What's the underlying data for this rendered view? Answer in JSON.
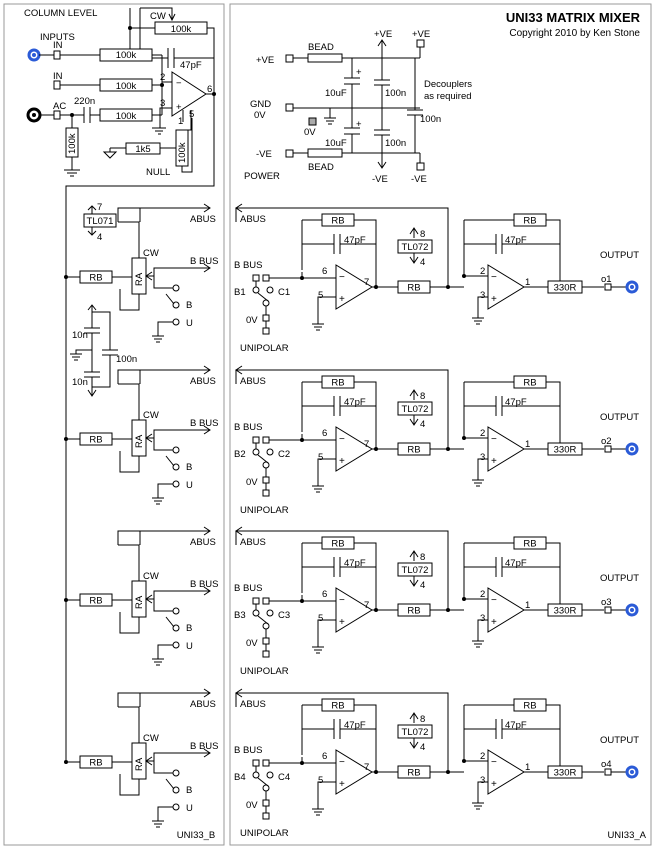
{
  "title": "UNI33 MATRIX MIXER",
  "copyright": "Copyright 2010 by Ken Stone",
  "page_labels": {
    "left": "UNI33_B",
    "right": "UNI33_A"
  },
  "input_section": {
    "column_level": "COLUMN LEVEL",
    "cw": "CW",
    "inputs": "INPUTS",
    "in1": "IN",
    "in2": "IN",
    "ac": "AC",
    "r_in1": "100k",
    "r_in2": "100k",
    "r_in3": "100k",
    "r_fb": "100k",
    "c_fb": "47pF",
    "c_ac": "220n",
    "r_gnd": "100k",
    "r_null1": "1k5",
    "r_null2": "100k",
    "null": "NULL",
    "pin2": "2",
    "pin3": "3",
    "pin6": "6",
    "pin1": "1",
    "pin5": "5"
  },
  "power_section": {
    "pos": "+VE",
    "gnd": "GND",
    "zero_v": "0V",
    "neg": "-VE",
    "bead": "BEAD",
    "c1": "10uF",
    "c2": "10uF",
    "c3": "100n",
    "c4": "100n",
    "c5": "100n",
    "decouplers": "Decouplers",
    "as_required": "as required",
    "power": "POWER",
    "pos_rail": "+VE",
    "neg_rail": "-VE",
    "pos_term": "+VE",
    "neg_term": "-VE",
    "plus": "+",
    "zero_term": "0V"
  },
  "left_ic": {
    "name": "TL071",
    "pin_top": "7",
    "pin_bot": "4"
  },
  "left_caps": {
    "c1": "10n",
    "c2": "10n",
    "c3": "100n"
  },
  "channels": [
    {
      "abus": "ABUS",
      "bbus": "B BUS",
      "cw": "CW",
      "rb": "RB",
      "ra": "RA",
      "b": "B",
      "u": "U",
      "abus_r": "ABUS",
      "rb_top": "RB",
      "c47": "47pF",
      "ic": "TL072",
      "ic_top": "8",
      "ic_bot": "4",
      "bbus_r": "B BUS",
      "sw_b": "B1",
      "sw_c": "C1",
      "zero": "0V",
      "unipolar": "UNIPOLAR",
      "rb_mid": "RB",
      "p6": "6",
      "p5": "5",
      "p7": "7",
      "rb_top2": "RB",
      "c47b": "47pF",
      "p2": "2",
      "p3": "3",
      "p1": "1",
      "r330": "330R",
      "output": "OUTPUT",
      "out": "o1"
    },
    {
      "abus": "ABUS",
      "bbus": "B BUS",
      "cw": "CW",
      "rb": "RB",
      "ra": "RA",
      "b": "B",
      "u": "U",
      "abus_r": "ABUS",
      "rb_top": "RB",
      "c47": "47pF",
      "ic": "TL072",
      "ic_top": "8",
      "ic_bot": "4",
      "bbus_r": "B BUS",
      "sw_b": "B2",
      "sw_c": "C2",
      "zero": "0V",
      "unipolar": "UNIPOLAR",
      "rb_mid": "RB",
      "p6": "6",
      "p5": "5",
      "p7": "7",
      "rb_top2": "RB",
      "c47b": "47pF",
      "p2": "2",
      "p3": "3",
      "p1": "1",
      "r330": "330R",
      "output": "OUTPUT",
      "out": "o2"
    },
    {
      "abus": "ABUS",
      "bbus": "B BUS",
      "cw": "CW",
      "rb": "RB",
      "ra": "RA",
      "b": "B",
      "u": "U",
      "abus_r": "ABUS",
      "rb_top": "RB",
      "c47": "47pF",
      "ic": "TL072",
      "ic_top": "8",
      "ic_bot": "4",
      "bbus_r": "B BUS",
      "sw_b": "B3",
      "sw_c": "C3",
      "zero": "0V",
      "unipolar": "UNIPOLAR",
      "rb_mid": "RB",
      "p6": "6",
      "p5": "5",
      "p7": "7",
      "rb_top2": "RB",
      "c47b": "47pF",
      "p2": "2",
      "p3": "3",
      "p1": "1",
      "r330": "330R",
      "output": "OUTPUT",
      "out": "o3"
    },
    {
      "abus": "ABUS",
      "bbus": "B BUS",
      "cw": "CW",
      "rb": "RB",
      "ra": "RA",
      "b": "B",
      "u": "U",
      "abus_r": "ABUS",
      "rb_top": "RB",
      "c47": "47pF",
      "ic": "TL072",
      "ic_top": "8",
      "ic_bot": "4",
      "bbus_r": "B BUS",
      "sw_b": "B4",
      "sw_c": "C4",
      "zero": "0V",
      "unipolar": "UNIPOLAR",
      "rb_mid": "RB",
      "p6": "6",
      "p5": "5",
      "p7": "7",
      "rb_top2": "RB",
      "c47b": "47pF",
      "p2": "2",
      "p3": "3",
      "p1": "1",
      "r330": "330R",
      "output": "OUTPUT",
      "out": "o4"
    }
  ]
}
